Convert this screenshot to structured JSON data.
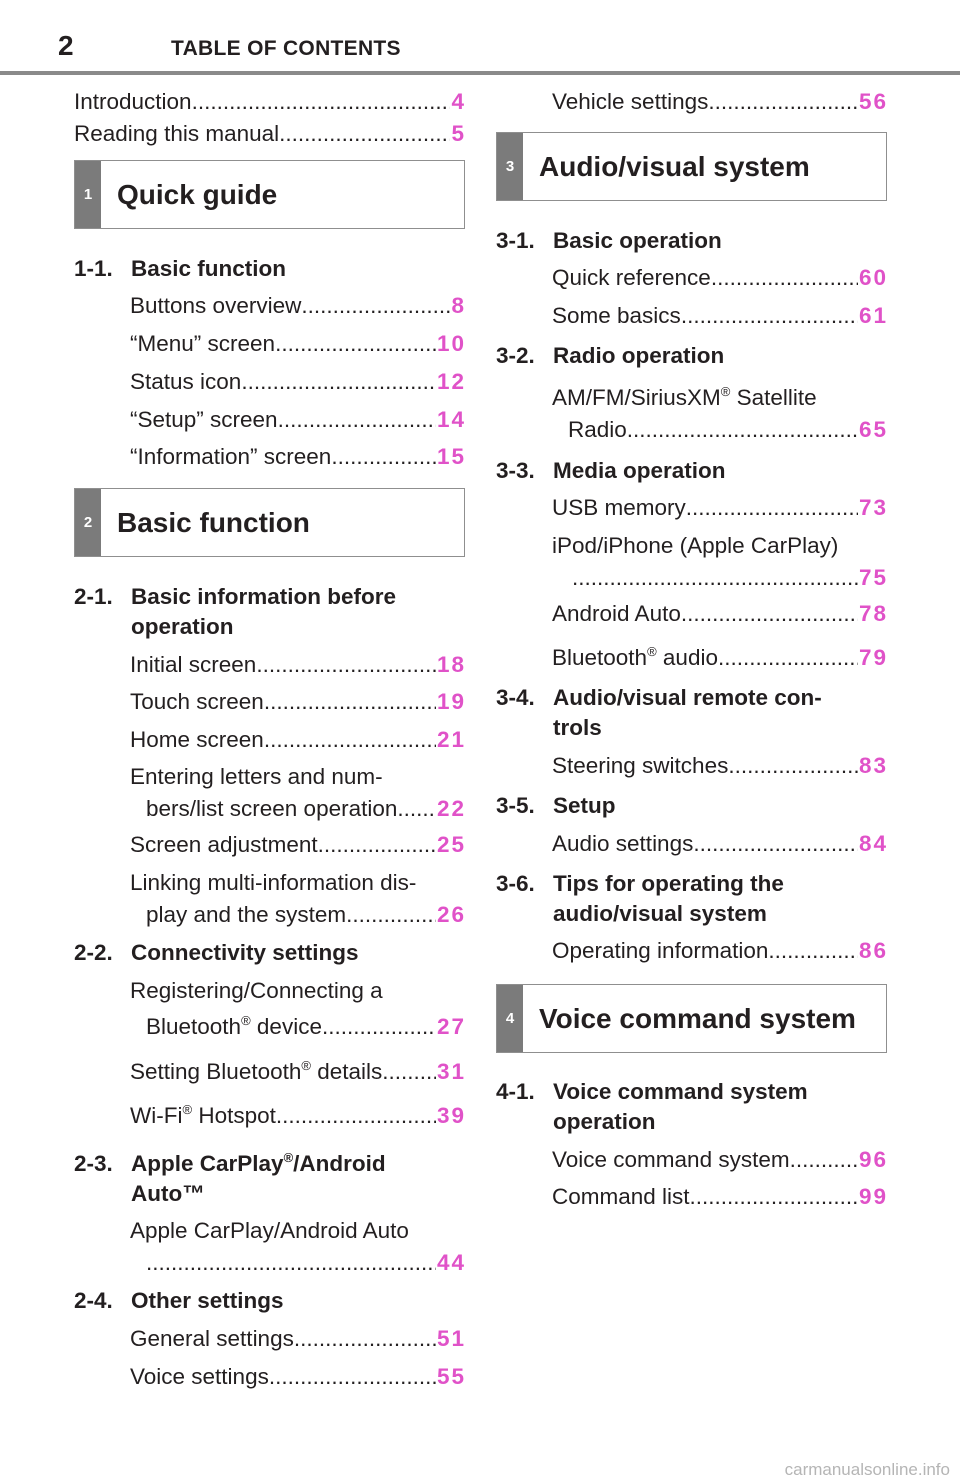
{
  "header": {
    "page_number": "2",
    "title": "TABLE OF CONTENTS"
  },
  "left": {
    "intro": [
      {
        "title": "Introduction",
        "page": "4"
      },
      {
        "title": "Reading this manual",
        "page": "5"
      }
    ],
    "ch1": {
      "num": "1",
      "title": "Quick guide",
      "s1": {
        "num": "1-1.",
        "title": "Basic function"
      },
      "items": [
        {
          "title": "Buttons overview",
          "page": "8"
        },
        {
          "title": "“Menu” screen",
          "page": "10"
        },
        {
          "title": "Status icon",
          "page": "12"
        },
        {
          "title": "“Setup” screen",
          "page": "14"
        },
        {
          "title": "“Information” screen",
          "page": "15"
        }
      ]
    },
    "ch2": {
      "num": "2",
      "title": "Basic function",
      "s1": {
        "num": "2-1.",
        "title": "Basic information before",
        "title2": "operation"
      },
      "s1_items": [
        {
          "title": "Initial screen",
          "page": "18"
        },
        {
          "title": "Touch screen",
          "page": "19"
        },
        {
          "title": "Home screen",
          "page": "21"
        },
        {
          "title": "Entering letters and num-",
          "title2": "bers/list screen operation",
          "page": "22"
        },
        {
          "title": "Screen adjustment",
          "page": "25"
        },
        {
          "title": "Linking multi-information dis-",
          "title2": "play and the system",
          "page": "26"
        }
      ],
      "s2": {
        "num": "2-2.",
        "title": "Connectivity settings"
      },
      "s2_items": [
        {
          "title": "Registering/Connecting a",
          "title2a": "Bluetooth",
          "sup": "®",
          "title2b": " device",
          "page": "27"
        },
        {
          "title_a": "Setting Bluetooth",
          "sup": "®",
          "title_b": " details",
          "page": "31"
        },
        {
          "title_a": "Wi-Fi",
          "sup": "®",
          "title_b": " Hotspot",
          "page": "39"
        }
      ],
      "s3": {
        "num": "2-3.",
        "title_a": "Apple CarPlay",
        "sup": "®",
        "title_b": "/Android",
        "title2": "Auto™"
      },
      "s3_items": [
        {
          "title": "Apple CarPlay/Android Auto",
          "page": "44"
        }
      ],
      "s4": {
        "num": "2-4.",
        "title": "Other settings"
      },
      "s4_items": [
        {
          "title": "General settings",
          "page": "51"
        },
        {
          "title": "Voice settings",
          "page": "55"
        }
      ]
    }
  },
  "right": {
    "cont": {
      "title": "Vehicle settings",
      "page": "56"
    },
    "ch3": {
      "num": "3",
      "title": "Audio/visual system",
      "s1": {
        "num": "3-1.",
        "title": "Basic operation"
      },
      "s1_items": [
        {
          "title": "Quick reference",
          "page": "60"
        },
        {
          "title": "Some basics",
          "page": "61"
        }
      ],
      "s2": {
        "num": "3-2.",
        "title": "Radio operation"
      },
      "s2_items": [
        {
          "title_a": "AM/FM/SiriusXM",
          "sup": "®",
          "title_b": " Satellite",
          "title2": "Radio",
          "page": "65"
        }
      ],
      "s3": {
        "num": "3-3.",
        "title": "Media operation"
      },
      "s3_items": [
        {
          "title": "USB memory",
          "page": "73"
        },
        {
          "title": "iPod/iPhone (Apple CarPlay)",
          "page": "75"
        },
        {
          "title": "Android Auto",
          "page": "78"
        },
        {
          "title_a": "Bluetooth",
          "sup": "®",
          "title_b": " audio",
          "page": "79"
        }
      ],
      "s4": {
        "num": "3-4.",
        "title": "Audio/visual remote con-",
        "title2": "trols"
      },
      "s4_items": [
        {
          "title": "Steering switches",
          "page": "83"
        }
      ],
      "s5": {
        "num": "3-5.",
        "title": "Setup"
      },
      "s5_items": [
        {
          "title": "Audio settings",
          "page": "84"
        }
      ],
      "s6": {
        "num": "3-6.",
        "title": "Tips for operating the",
        "title2": "audio/visual system"
      },
      "s6_items": [
        {
          "title": "Operating information",
          "page": "86"
        }
      ]
    },
    "ch4": {
      "num": "4",
      "title": "Voice command system",
      "s1": {
        "num": "4-1.",
        "title": "Voice command system",
        "title2": "operation"
      },
      "s1_items": [
        {
          "title": "Voice command system",
          "page": "96"
        },
        {
          "title": "Command list",
          "page": "99"
        }
      ]
    }
  },
  "watermark": "carmanualsonline.info"
}
